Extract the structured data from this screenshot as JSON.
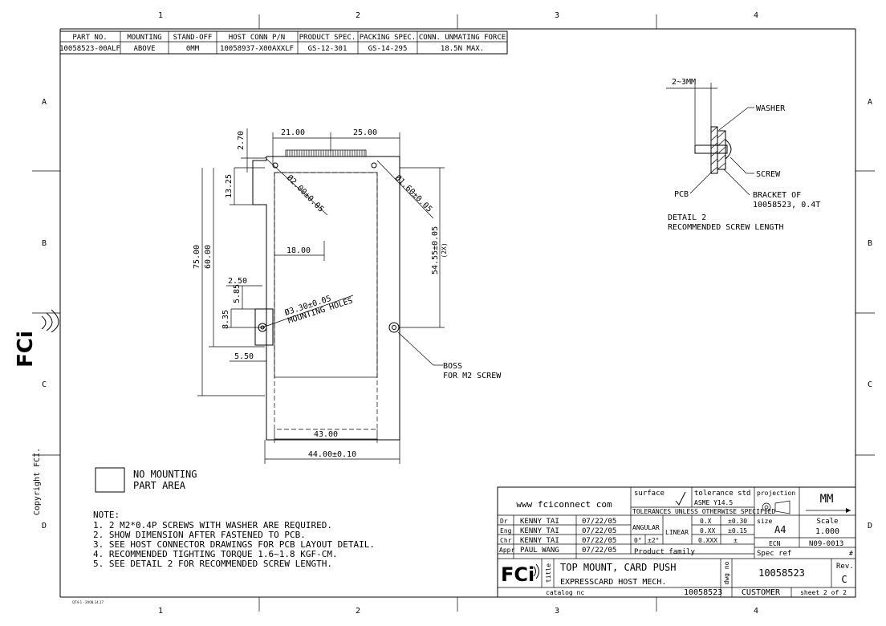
{
  "zones": {
    "columns": [
      "1",
      "2",
      "3",
      "4"
    ],
    "rows": [
      "A",
      "B",
      "C",
      "D"
    ]
  },
  "spec_table": {
    "headers": [
      "PART NO.",
      "MOUNTING",
      "STAND-OFF",
      "HOST CONN P/N",
      "PRODUCT SPEC.",
      "PACKING SPEC.",
      "CONN. UNMATING FORCE"
    ],
    "row": [
      "10058523-00ALF",
      "ABOVE",
      "0MM",
      "10058937-X00AXXLF",
      "GS-12-301",
      "GS-14-295",
      "18.5N MAX."
    ]
  },
  "copyright": "Copyright FCI.",
  "logo": "FCi",
  "dimensions": {
    "d_21": "21.00",
    "d_25": "25.00",
    "d_270": "2.70",
    "d_1325": "13.25",
    "d_75": "75.00",
    "d_60": "60.00",
    "d_hole_a": "Ø2.00±0.05",
    "d_hole_b": "Ø1.60±0.05",
    "d_5455": "54.55±0.05",
    "d_2x": "(2X)",
    "d_18": "18.00",
    "d_250": "2.50",
    "d_585": "5.85",
    "d_835": "8.35",
    "d_mount": "Ø3.30±0.05",
    "d_mount_label": "MOUNTING HOLES",
    "d_550": "5.50",
    "d_43": "43.00",
    "d_44": "44.00±0.10"
  },
  "boss_label": [
    "BOSS",
    "FOR M2 SCREW"
  ],
  "detail": {
    "gap": "2~3MM",
    "washer": "WASHER",
    "screw": "SCREW",
    "pcb": "PCB",
    "bracket": [
      "BRACKET OF",
      "10058523, 0.4T"
    ],
    "caption": [
      "DETAIL 2",
      "RECOMMENDED SCREW LENGTH"
    ]
  },
  "no_mounting": [
    "NO MOUNTING",
    "PART AREA"
  ],
  "notes": {
    "title": "NOTE:",
    "items": [
      "1. 2 M2*0.4P SCREWS WITH WASHER ARE REQUIRED.",
      "2. SHOW DIMENSION AFTER FASTENED TO PCB.",
      "3. SEE HOST CONNECTOR DRAWINGS FOR PCB LAYOUT DETAIL.",
      "4. RECOMMENDED TIGHTING TORQUE 1.6~1.8 KGF-CM.",
      "5. SEE DETAIL 2 FOR RECOMMENDED SCREW LENGTH."
    ]
  },
  "title_block": {
    "website": "www fciconnect com",
    "surface": "surface",
    "tolerance_std": "tolerance std",
    "asme": "ASME Y14.5",
    "projection": "projection",
    "units": "MM",
    "tol_note": "TOLERANCES UNLESS OTHERWISE SPECIFIED",
    "roles": [
      "Dr",
      "Eng",
      "Chr",
      "Appr"
    ],
    "names": [
      "KENNY TAI",
      "KENNY TAI",
      "KENNY TAI",
      "PAUL WANG"
    ],
    "dates": [
      "07/22/05",
      "07/22/05",
      "07/22/05",
      "07/22/05"
    ],
    "angular": "ANGULAR",
    "ang_a": "0°",
    "ang_b": "±2°",
    "linear": "LINEAR",
    "lin_keys": [
      "0.X",
      "0.XX",
      "0.XXX"
    ],
    "lin_vals": [
      "±0.30",
      "±0.15",
      "±"
    ],
    "size_label": "size",
    "size": "A4",
    "scale_label": "Scale",
    "scale": "1.000",
    "ecn_label": "ECN",
    "ecn": "N09-0013",
    "product_family": "Product family",
    "spec_ref": "Spec ref",
    "spec_mark": "#",
    "title_label": "title",
    "title": "TOP MOUNT, CARD PUSH",
    "subtitle": "EXPRESSCARD HOST MECH.",
    "dwg_label": "dwg no",
    "dwg_no": "10058523",
    "rev_label": "Rev.",
    "rev": "C",
    "catalog_label": "catalog nc",
    "catalog_no": "10058523",
    "customer": "CUSTOMER",
    "sheet": "sheet 2 of 2"
  },
  "footer_code": "QT4-1 - 2008.14.17"
}
